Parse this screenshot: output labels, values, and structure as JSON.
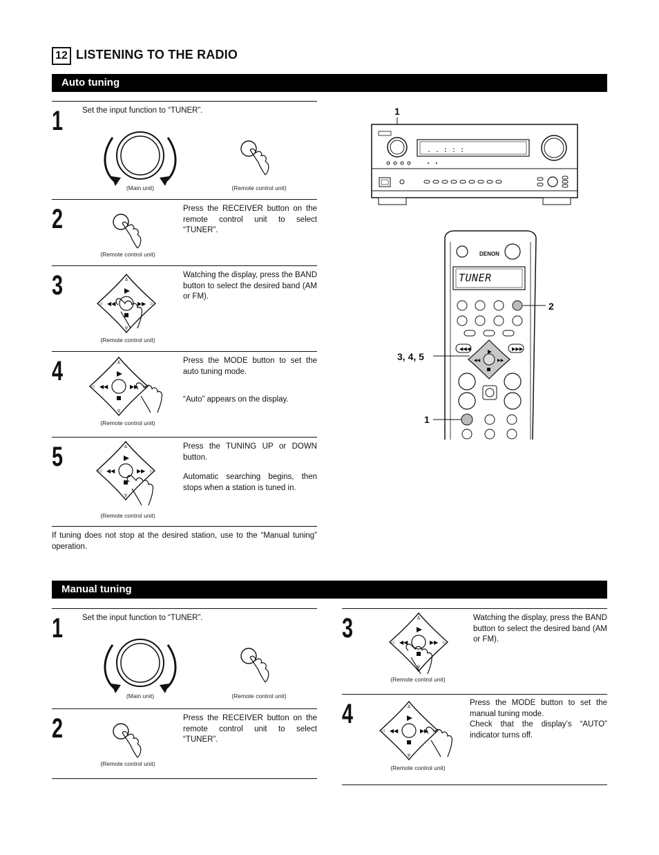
{
  "header": {
    "section_number": "12",
    "title": "LISTENING TO THE RADIO"
  },
  "auto_tuning": {
    "title": "Auto tuning",
    "steps": [
      {
        "num": "1",
        "text": "Set the input function to “TUNER”.",
        "cap_main": "(Main unit)",
        "cap_remote": "(Remote control unit)"
      },
      {
        "num": "2",
        "text": "Press the RECEIVER button on the remote control unit to select “TUNER”.",
        "cap": "(Remote control unit)"
      },
      {
        "num": "3",
        "text": "Watching the display, press the BAND button to select the desired band (AM or FM).",
        "cap": "(Remote control unit)"
      },
      {
        "num": "4",
        "text": "Press the MODE button to set the auto tuning mode.",
        "text2": "“Auto” appears on the display.",
        "cap": "(Remote control unit)"
      },
      {
        "num": "5",
        "text": "Press the TUNING UP or DOWN button.",
        "text2": "Automatic searching begins, then stops when a station is tuned in.",
        "cap": "(Remote control unit)"
      }
    ],
    "note": "If tuning does not stop at the desired station, use to the “Manual tuning” operation."
  },
  "figures": {
    "unit_label_1": "1",
    "remote_brand": "DENON",
    "remote_display": "TUNER",
    "remote_label_2": "2",
    "remote_label_345": "3, 4, 5",
    "remote_label_1": "1"
  },
  "manual_tuning": {
    "title": "Manual tuning",
    "steps": [
      {
        "num": "1",
        "text": "Set the input function to “TUNER”.",
        "cap_main": "(Main unit)",
        "cap_remote": "(Remote control unit)"
      },
      {
        "num": "2",
        "text": "Press the RECEIVER button on the remote control unit to select “TUNER”.",
        "cap": "(Remote control unit)"
      },
      {
        "num": "3",
        "text": "Watching the display, press the BAND button to select the desired band (AM or FM).",
        "cap": "(Remote control unit)"
      },
      {
        "num": "4",
        "text": "Press the MODE button to set the manual tuning mode.",
        "text2": "Check that the display’s “AUTO” indicator turns off.",
        "cap": "(Remote control unit)"
      }
    ]
  }
}
